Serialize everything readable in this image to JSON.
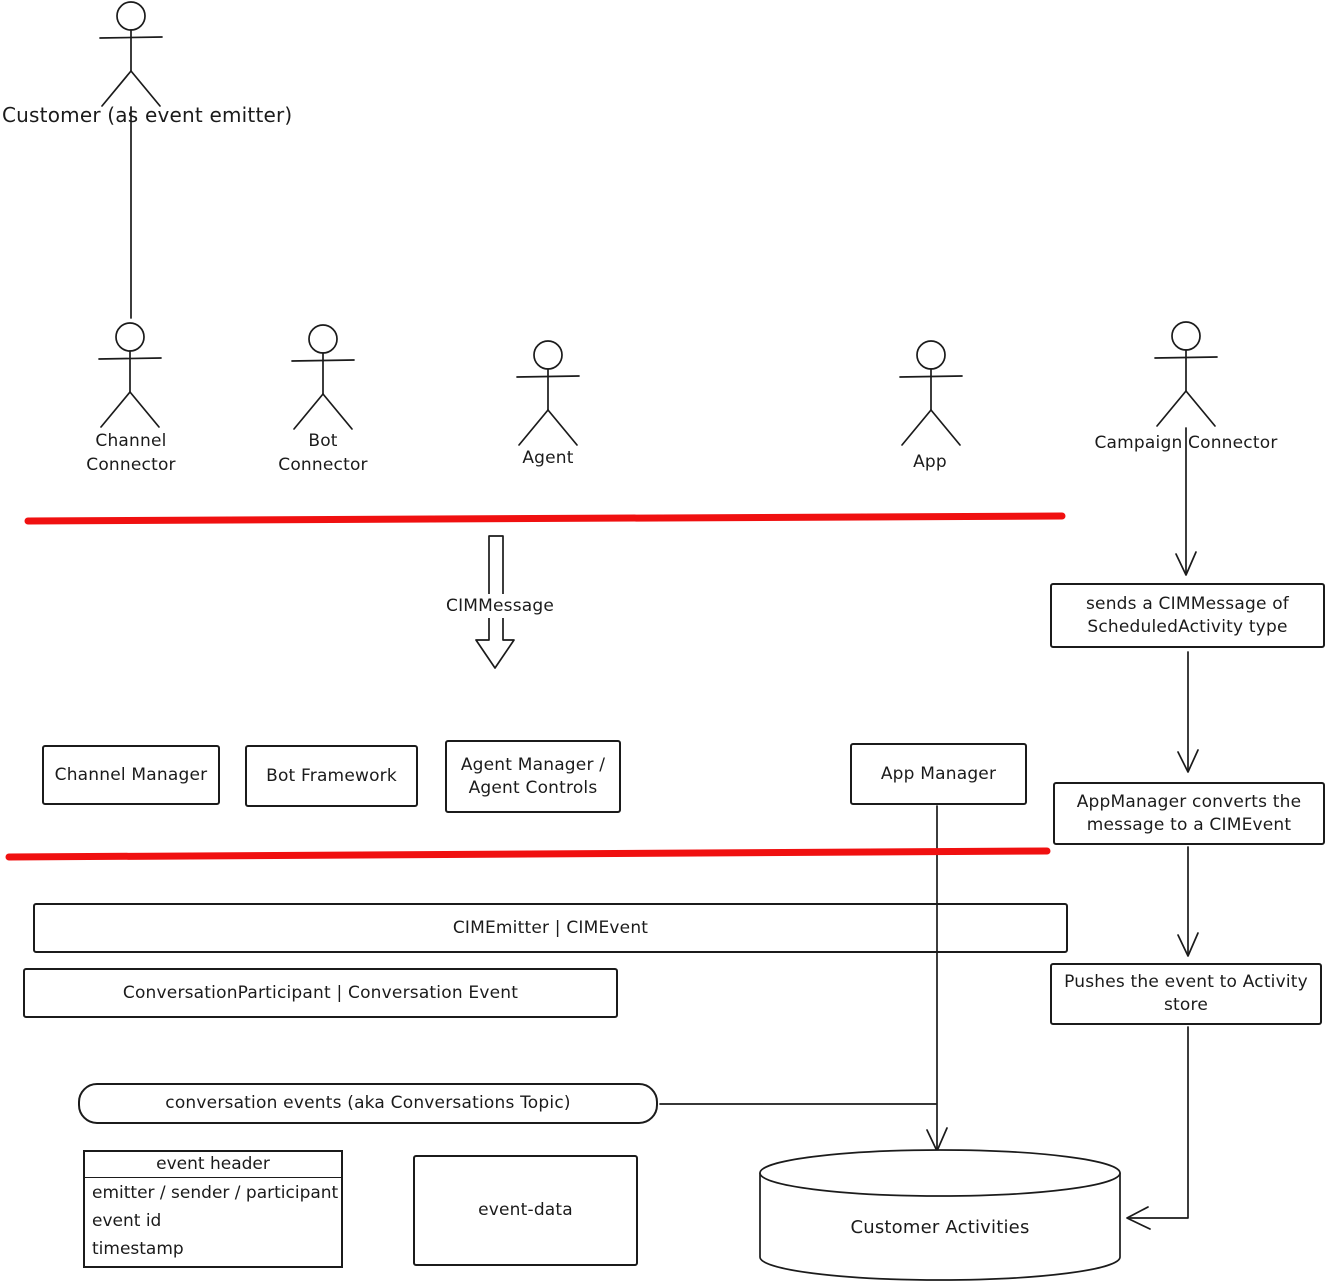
{
  "canvas": {
    "ink": "#1b1b1b",
    "red": "#f01010",
    "bg": "#ffffff"
  },
  "icons": {
    "actor": "stick-figure",
    "datastore": "cylinder",
    "cim_message_arrow": "hollow-down-arrow",
    "boundary": "red-horizontal-line"
  },
  "actors": {
    "customer": {
      "label": "Customer (as event emitter)"
    },
    "channel": {
      "label": "Channel Connector"
    },
    "bot": {
      "label": "Bot Connector"
    },
    "agent": {
      "label": "Agent"
    },
    "app": {
      "label": "App"
    },
    "campaign": {
      "label": "Campaign Connector"
    }
  },
  "labels": {
    "cim_message": "CIMMessage"
  },
  "boxes": {
    "channel_manager": "Channel Manager",
    "bot_framework": "Bot Framework",
    "agent_manager": "Agent Manager / Agent Controls",
    "app_manager": "App Manager",
    "sends": "sends a CIMMessage of ScheduledActivity type",
    "converts": "AppManager converts the message to a CIMEvent",
    "cim_emitter": "CIMEmitter | CIMEvent",
    "conversation_participant": "ConversationParticipant | Conversation Event",
    "pushes": "Pushes the event to Activity store",
    "conversation_events": "conversation events (aka Conversations Topic)",
    "event_data": "event-data"
  },
  "event_header": {
    "title": "event header",
    "rows": [
      "emitter / sender / participant",
      "event id",
      "timestamp"
    ]
  },
  "datastore": {
    "label": "Customer Activities"
  }
}
